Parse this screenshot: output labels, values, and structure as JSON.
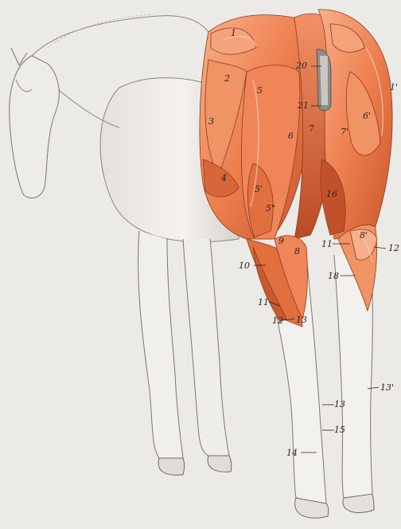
{
  "illustration": {
    "subject": "horse-hindquarter-muscles",
    "colors": {
      "paper": "#eceae6",
      "pencil": "#6e6a66",
      "pencil_light": "#b7b3ae",
      "muscle_light": "#f6a37a",
      "muscle_mid": "#ee7f4f",
      "muscle_dark": "#c9562c",
      "muscle_shadow": "#9e3d1f",
      "tendon": "#f4ddd0"
    }
  },
  "labels": [
    {
      "id": "l1",
      "text": "1"
    },
    {
      "id": "l2",
      "text": "2"
    },
    {
      "id": "l3",
      "text": "3"
    },
    {
      "id": "l4",
      "text": "4"
    },
    {
      "id": "l5",
      "text": "5"
    },
    {
      "id": "l5p",
      "text": "5'"
    },
    {
      "id": "l5pp",
      "text": "5\""
    },
    {
      "id": "l6",
      "text": "6"
    },
    {
      "id": "l6p",
      "text": "6'"
    },
    {
      "id": "l7",
      "text": "7"
    },
    {
      "id": "l7p",
      "text": "7'"
    },
    {
      "id": "l8",
      "text": "8"
    },
    {
      "id": "l8p",
      "text": "8'"
    },
    {
      "id": "l9",
      "text": "9"
    },
    {
      "id": "l10",
      "text": "10"
    },
    {
      "id": "l11a",
      "text": "11"
    },
    {
      "id": "l11b",
      "text": "11"
    },
    {
      "id": "l12a",
      "text": "12"
    },
    {
      "id": "l12b",
      "text": "12"
    },
    {
      "id": "l13a",
      "text": "13"
    },
    {
      "id": "l13b",
      "text": "13"
    },
    {
      "id": "l13p",
      "text": "13'"
    },
    {
      "id": "l14",
      "text": "14"
    },
    {
      "id": "l15",
      "text": "15"
    },
    {
      "id": "l16",
      "text": "16"
    },
    {
      "id": "l18",
      "text": "18"
    },
    {
      "id": "l20",
      "text": "20"
    },
    {
      "id": "l21",
      "text": "21"
    },
    {
      "id": "l1p",
      "text": "1'"
    }
  ]
}
